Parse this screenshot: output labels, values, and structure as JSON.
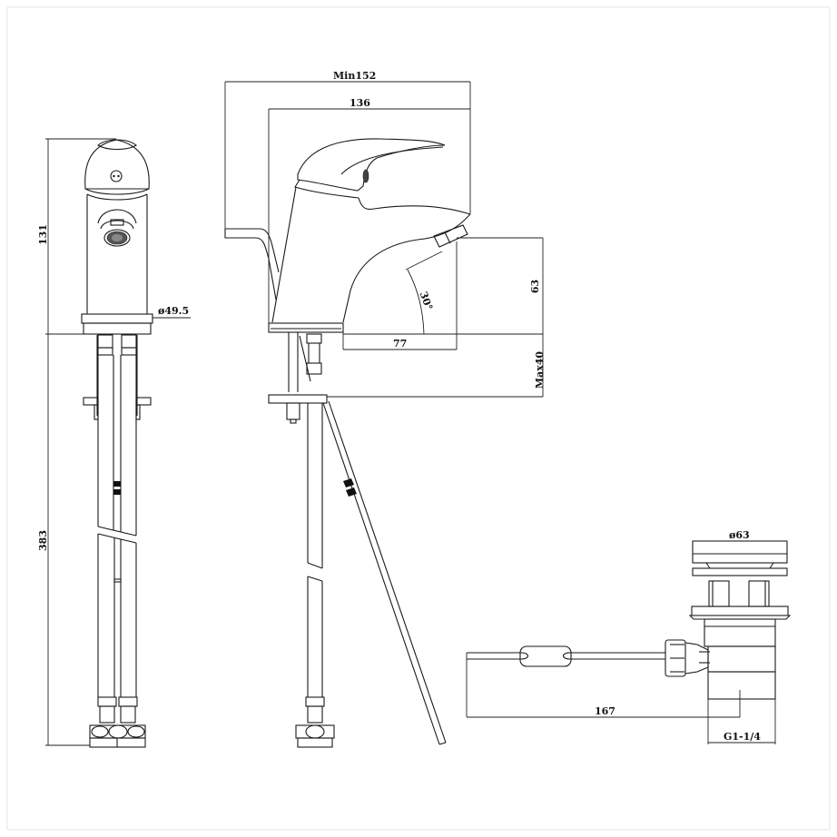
{
  "drawing": {
    "title": "Basin mixer tap technical drawing",
    "views": [
      "front-view",
      "side-view",
      "pop-up-waste"
    ],
    "dimensions": {
      "min_reach_total": "Min152",
      "spout_reach": "136",
      "height_front": "131",
      "base_diameter": "ø49.5",
      "spout_height": "63",
      "spout_projection": "77",
      "spout_angle": "30°",
      "max_deck_thickness": "Max40",
      "hose_length": "383",
      "waste_diameter": "ø63",
      "waste_rod_length": "167",
      "waste_thread": "G1-1/4"
    },
    "colors": {
      "line": "#1a1a1a",
      "background": "#ffffff"
    }
  }
}
